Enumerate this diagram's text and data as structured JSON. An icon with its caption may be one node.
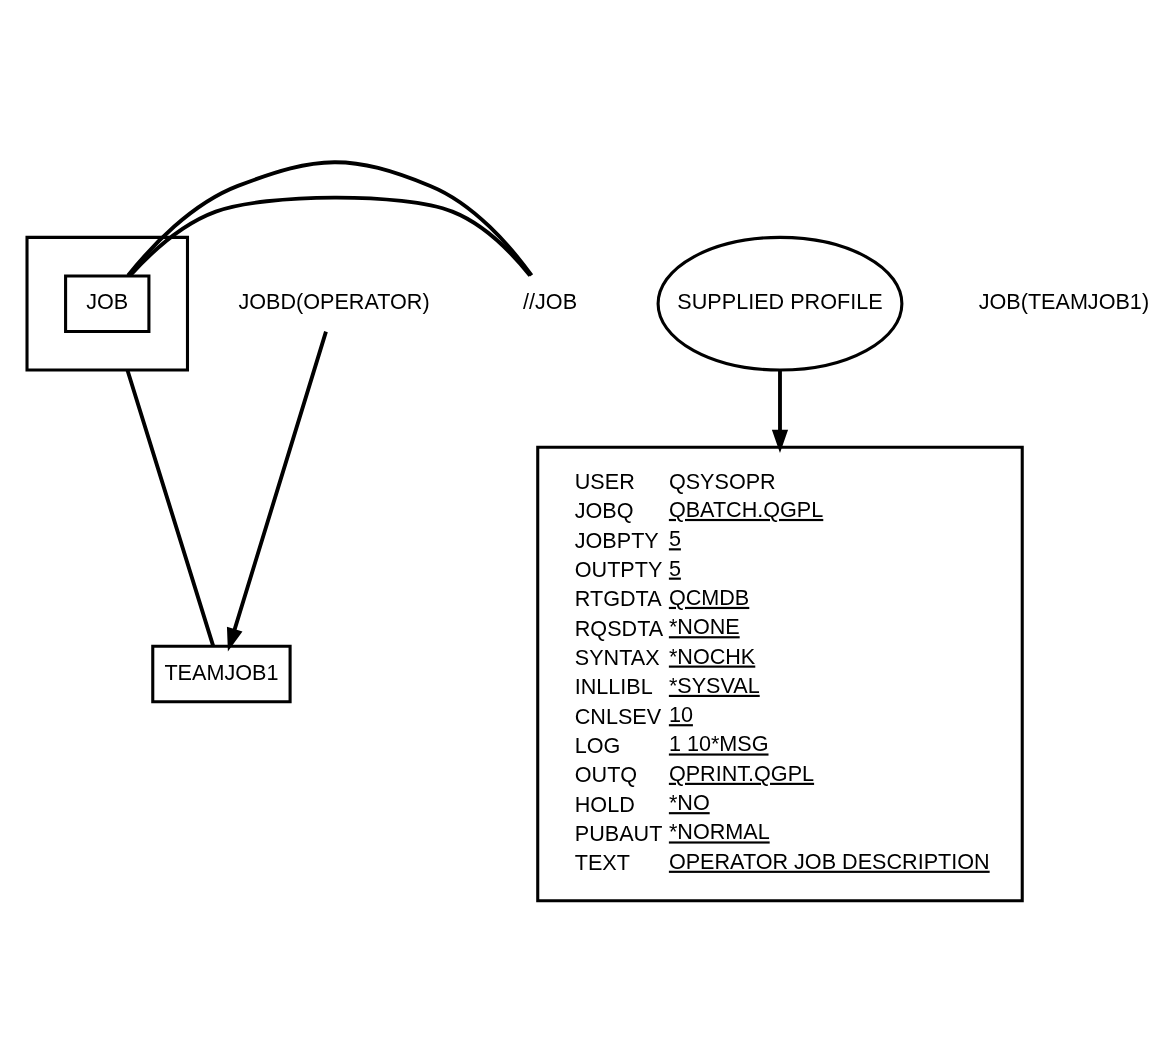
{
  "diagram": {
    "nodes": [
      {
        "text": [],
        "shape": "box"
      },
      {
        "text": [
          "JOB"
        ],
        "in": 0
      },
      {
        "text": [
          "//JOB"
        ]
      },
      {
        "text": [
          "JOBD(OPERATOR)"
        ]
      },
      {
        "text": [
          "SUPPLIED PROFILE"
        ]
      },
      {
        "text": [
          "TEAMJOB1"
        ]
      },
      {
        "text": [
          "USER",
          "QSYSOPR",
          "JOBQ",
          "QBATCH.QGPL",
          "JOBPTY",
          "5",
          "OUTPTY",
          "5",
          "RTGDTA",
          "QCMDB",
          "RQSDTA",
          "*NONE",
          "SYNTAX",
          "*NOCHK",
          "INLLIBL",
          "*SYSVAL",
          "CNLSEV",
          "10",
          "LOG",
          "1 10*MSG",
          "OUTQ",
          "QPRINT.QGPL",
          "HOLD",
          "*NO",
          "PUBAUT",
          "*NORMAL",
          "TEXT",
          "OPERATOR JOB DESCRIPTION"
        ]
      }
    ],
    "edges": [
      {
        "from": 1,
        "to": 2,
        "arrow": "none"
      },
      {
        "from": 1,
        "to": 2,
        "arrow": "none"
      },
      {
        "from": 0,
        "to": 5,
        "arrow": "none"
      },
      {
        "from": 3,
        "to": 5,
        "arrow": "to"
      },
      {
        "from": 4,
        "to": 6,
        "arrow": "to"
      }
    ],
    "labels": [
      "JOB(TEAMJOB1)"
    ]
  }
}
